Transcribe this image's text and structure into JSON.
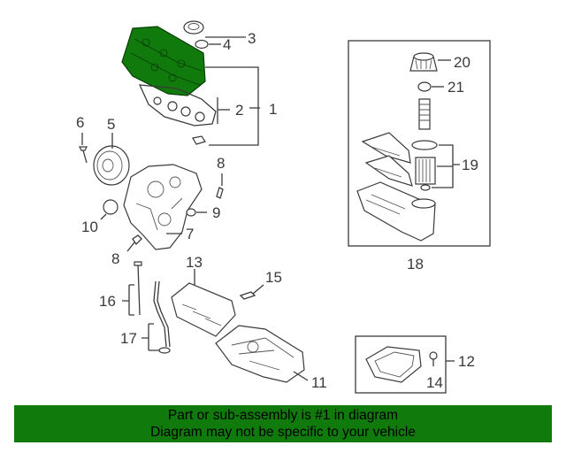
{
  "callouts": {
    "c1": "1",
    "c2": "2",
    "c3": "3",
    "c4": "4",
    "c5": "5",
    "c6": "6",
    "c7": "7",
    "c8a": "8",
    "c8b": "8",
    "c9": "9",
    "c10": "10",
    "c11": "11",
    "c12": "12",
    "c13": "13",
    "c14": "14",
    "c15": "15",
    "c16": "16",
    "c17": "17",
    "c18": "18",
    "c19": "19",
    "c20": "20",
    "c21": "21"
  },
  "colors": {
    "highlight": "#117a0c",
    "line": "#3a3a3a"
  },
  "banner": {
    "line1": "Part or sub-assembly is #1 in diagram",
    "line2": "Diagram may not be specific to your vehicle"
  }
}
